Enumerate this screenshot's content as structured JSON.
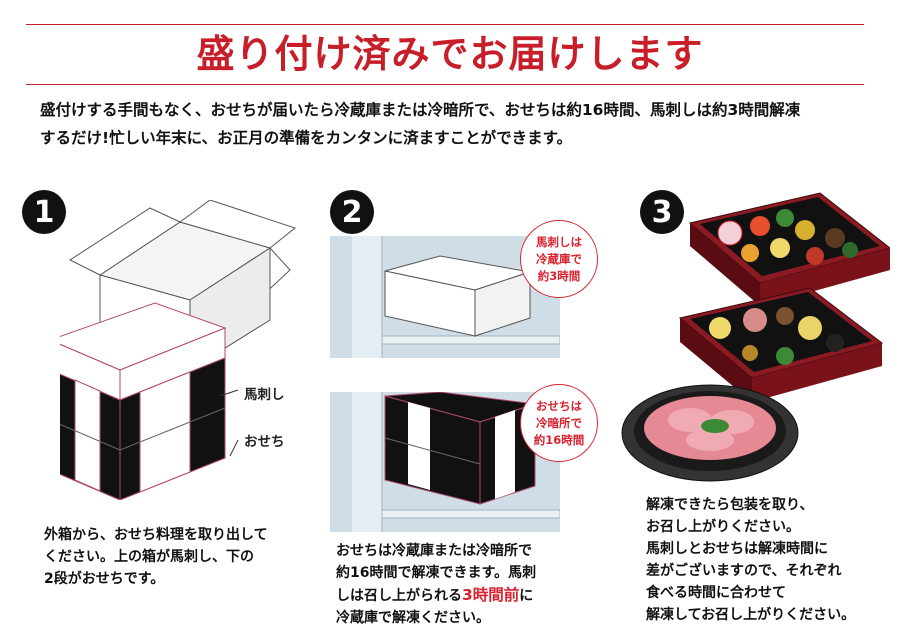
{
  "header": {
    "title": "盛り付け済みでお届けします"
  },
  "intro": {
    "lines": [
      "盛付けする手間もなく、おせちが届いたら冷蔵庫または冷暗所で、おせちは約16時間、馬刺しは約3時間解凍",
      "するだけ!忙しい年末に、お正月の準備をカンタンに済ますことができます。"
    ]
  },
  "steps": [
    {
      "number": "1",
      "labels": {
        "top_box": "馬刺し",
        "bottom_box": "おせち"
      },
      "caption": [
        "外箱から、おせち料理を取り出して",
        "ください。上の箱が馬刺し、下の",
        "2段がおせちです。"
      ]
    },
    {
      "number": "2",
      "badge_top": [
        "馬刺しは",
        "冷蔵庫で",
        "約3時間"
      ],
      "badge_bottom": [
        "おせちは",
        "冷暗所で",
        "約16時間"
      ],
      "caption": {
        "line1": "おせちは冷蔵庫または冷暗所で",
        "line2": "約16時間で解凍できます。馬刺",
        "line3_pre": "しは召し上がられる",
        "line3_em": "3時間前",
        "line3_post": "に",
        "line4": "冷蔵庫で解凍ください。"
      }
    },
    {
      "number": "3",
      "caption": [
        "解凍できたら包装を取り、",
        "お召し上がりください。",
        "馬刺しとおせちは解凍時間に",
        "差がございますので、それぞれ",
        "食べる時間に合わせて",
        "解凍してお召し上がりください。"
      ]
    }
  ],
  "colors": {
    "accent_red": "#c81e2a",
    "box_outline": "#b04a6a",
    "lacquer_black": "#111111",
    "fridge_blue": "#cfdde6"
  }
}
